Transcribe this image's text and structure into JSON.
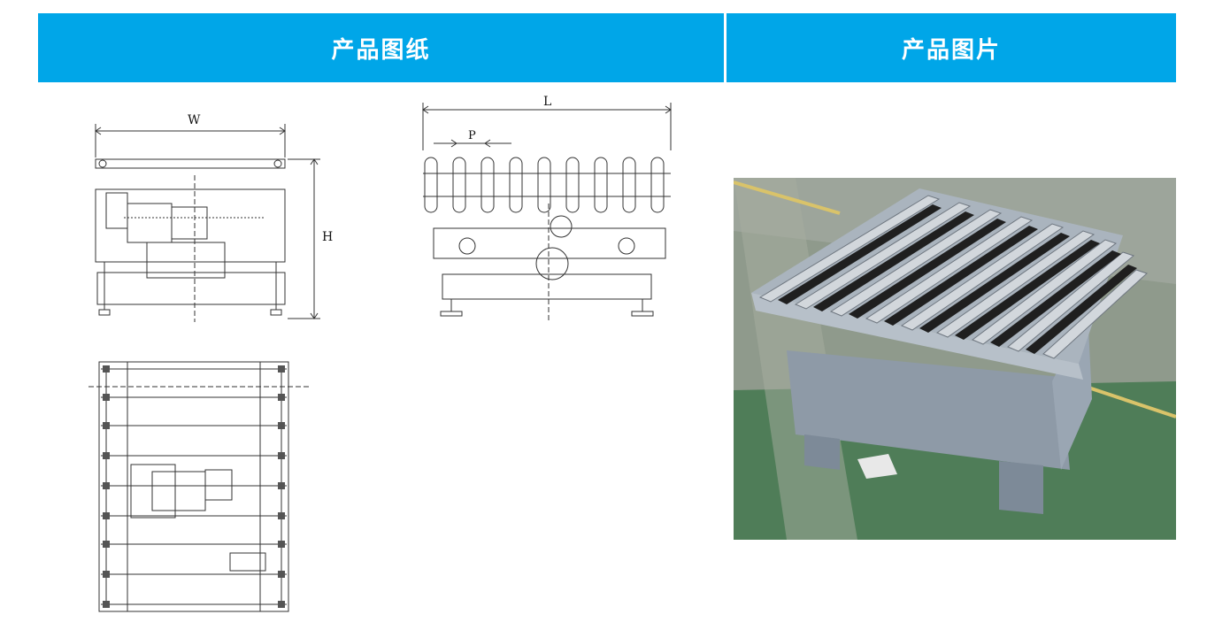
{
  "headers": {
    "drawings": "产品图纸",
    "photo": "产品图片"
  },
  "drawing_labels": {
    "width": "W",
    "height": "H",
    "length": "L",
    "pitch": "P"
  },
  "colors": {
    "header_bg": "#00a6e8",
    "header_text": "#ffffff",
    "line": "#333333",
    "frame": "#9aa7b4",
    "roller": "#c9ced4",
    "belt": "#1c1c1c"
  }
}
